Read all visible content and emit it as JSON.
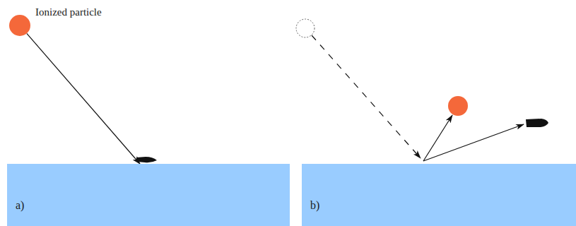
{
  "diagram": {
    "nodes": [
      {
        "text": [
          "Ionized particle"
        ]
      },
      {
        "text": [
          "a)"
        ]
      },
      {
        "text": [
          "b)"
        ]
      }
    ],
    "edges": [
      {
        "from": 0,
        "to": 1,
        "arrow": "to"
      }
    ]
  }
}
